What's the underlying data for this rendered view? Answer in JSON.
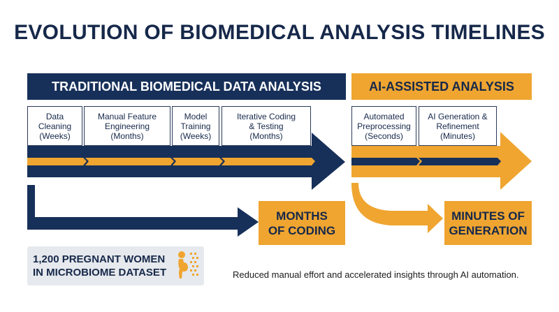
{
  "title": "EVOLUTION OF BIOMEDICAL ANALYSIS TIMELINES",
  "traditional": {
    "header": "TRADITIONAL BIOMEDICAL DATA ANALYSIS",
    "steps": [
      {
        "name": [
          "Data",
          "Cleaning"
        ],
        "duration": "(Weeks)"
      },
      {
        "name": [
          "Manual Feature",
          "Engineering"
        ],
        "duration": "(Months)"
      },
      {
        "name": [
          "Model",
          "Training"
        ],
        "duration": "(Weeks)"
      },
      {
        "name": [
          "Iterative Coding",
          "& Testing"
        ],
        "duration": "(Months)"
      }
    ],
    "result": [
      "MONTHS",
      "OF CODING"
    ]
  },
  "ai": {
    "header": "AI-ASSISTED ANALYSIS",
    "steps": [
      {
        "name": [
          "Automated",
          "Preprocessing"
        ],
        "duration": "(Seconds)"
      },
      {
        "name": [
          "AI Generation &",
          "Refinement"
        ],
        "duration": "(Minutes)"
      }
    ],
    "result": [
      "MINUTES OF",
      "GENERATION"
    ]
  },
  "dataset": {
    "lines": [
      "1,200 PREGNANT WOMEN",
      "IN MICROBIOME DATASET"
    ],
    "icon": "pregnant-woman-data-icon"
  },
  "caption": "Reduced manual effort and accelerated insights through AI automation.",
  "colors": {
    "navy": "#17305a",
    "orange": "#efa530",
    "title": "#16284a"
  }
}
